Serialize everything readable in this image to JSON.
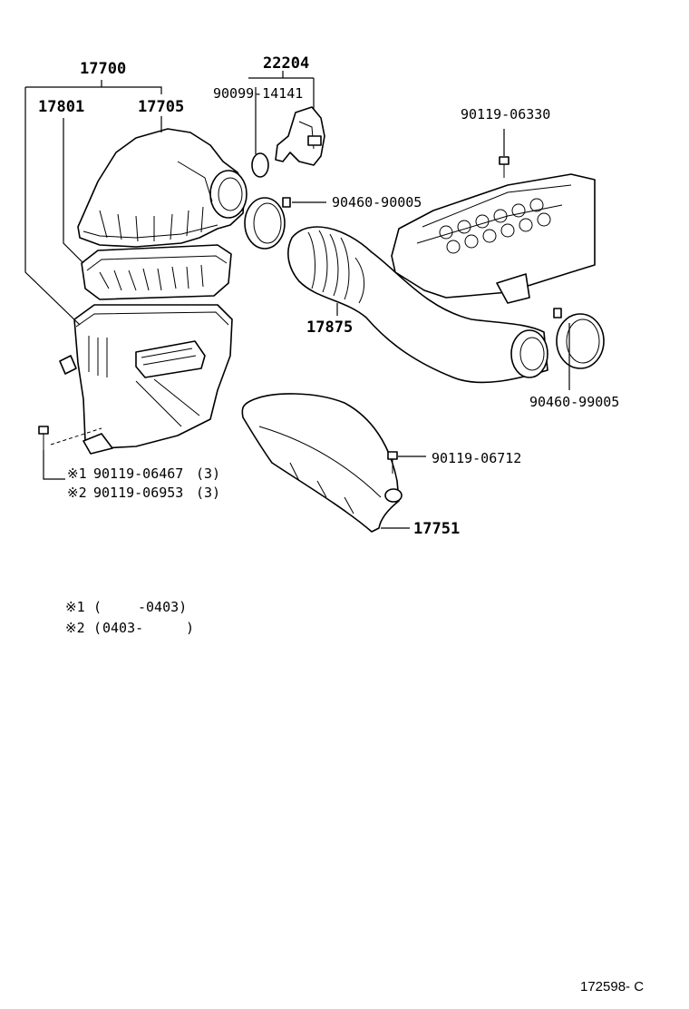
{
  "parts": {
    "air_cleaner_assy": "17700",
    "filter_element": "17801",
    "cap_sub_assy": "17705",
    "air_flow_meter": "22204",
    "o_ring": "90099-14141",
    "meter_screw": "90119-06330",
    "clamp_upper": "90460-90005",
    "intake_hose": "17875",
    "clamp_lower": "90460-99005",
    "inlet_bolt": "90119-06712",
    "inlet_duct": "17751"
  },
  "bolts": [
    {
      "mark": "※1",
      "number": "90119-06467",
      "qty": "(3)"
    },
    {
      "mark": "※2",
      "number": "90119-06953",
      "qty": "(3)"
    }
  ],
  "notes": [
    {
      "mark": "※1",
      "open": "(",
      "range": "-0403)",
      "close": ""
    },
    {
      "mark": "※2",
      "open": "(",
      "range": "0403-",
      "close": ")"
    }
  ],
  "figure_ref": "172598- C"
}
